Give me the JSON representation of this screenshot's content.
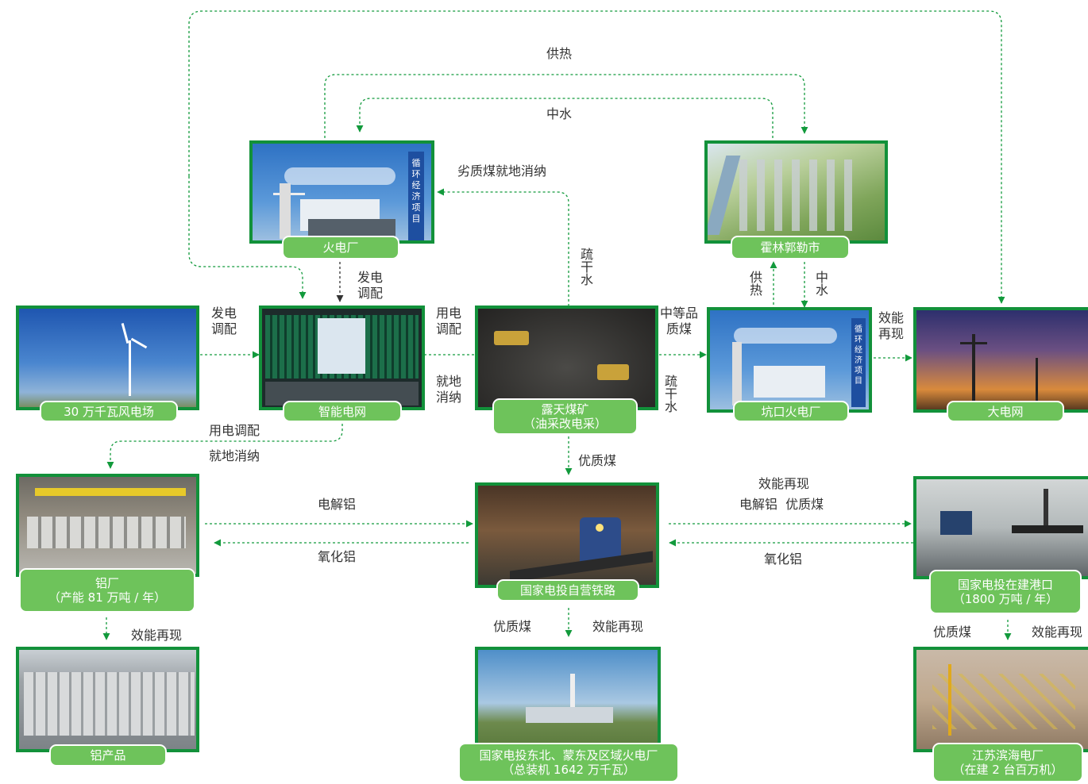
{
  "nodes": {
    "fire_plant": {
      "label": "火电厂",
      "sign": "循环经济项目"
    },
    "hulunbuir_city": {
      "label": "霍林郭勒市"
    },
    "wind_farm": {
      "label": "30 万千瓦风电场"
    },
    "smart_grid": {
      "label": "智能电网"
    },
    "open_pit_mine": {
      "label_line1": "露天煤矿",
      "label_line2": "（油采改电采）"
    },
    "pithead_plant": {
      "label": "坑口火电厂",
      "sign": "循环经济项目"
    },
    "main_grid": {
      "label": "大电网"
    },
    "aluminum_plant": {
      "label_line1": "铝厂",
      "label_line2": "（产能 81 万吨 / 年）"
    },
    "railway": {
      "label": "国家电投自营铁路"
    },
    "port": {
      "label_line1": "国家电投在建港口",
      "label_line2": "（1800 万吨 / 年）"
    },
    "aluminum_products": {
      "label": "铝产品"
    },
    "regional_plants": {
      "label_line1": "国家电投东北、蒙东及区域火电厂",
      "label_line2": "（总装机 1642 万千瓦）"
    },
    "binhai_plant": {
      "label_line1": "江苏滨海电厂",
      "label_line2": "（在建 2 台百万机）"
    }
  },
  "flows": {
    "supply_heat_top": "供热",
    "reclaimed_water_top": "中水",
    "low_quality_coal": "劣质煤就地消纳",
    "drain_water_upper": "疏干水",
    "gen_dispatch_upper": "发电调配",
    "gen_dispatch_wind": "发电调配",
    "use_dispatch_mine": "用电调配",
    "local_absorb_mine": "就地消纳",
    "supply_heat_pit": "供热",
    "reclaimed_water_pit": "中水",
    "medium_coal": "中等品质煤",
    "drain_water_lower": "疏干水",
    "efficiency_grid": "效能再现",
    "use_dispatch_alu": "用电调配",
    "local_absorb_alu": "就地消纳",
    "quality_coal_mine": "优质煤",
    "electrolytic_al_left": "电解铝",
    "alumina_left": "氧化铝",
    "efficiency_right": "效能再现",
    "electrolytic_quality_right": "电解铝  优质煤",
    "alumina_right": "氧化铝",
    "efficiency_alu": "效能再现",
    "quality_coal_rail": "优质煤",
    "efficiency_rail": "效能再现",
    "quality_coal_port": "优质煤",
    "efficiency_port": "效能再现"
  },
  "colors": {
    "frame": "#12913a",
    "label_fill": "#6ec35b",
    "arrow": "#129a3c",
    "dark_arrow": "#333333"
  }
}
